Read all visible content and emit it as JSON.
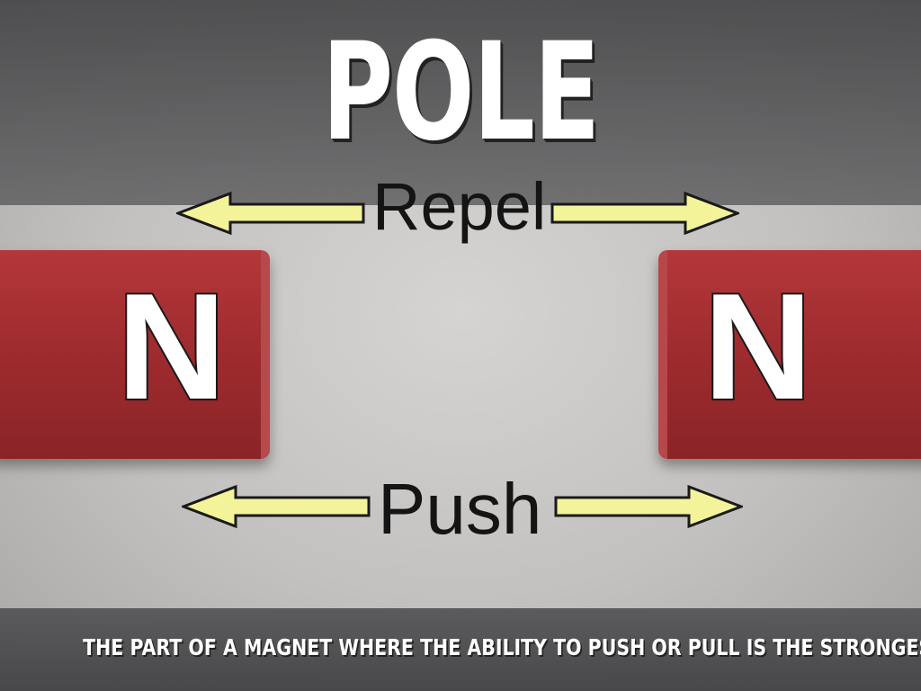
{
  "slide": {
    "title": "POLE",
    "labels": {
      "top": "Repel",
      "bottom": "Push"
    },
    "magnets": {
      "left_letter": "N",
      "right_letter": "N"
    },
    "caption": "THE PART OF A MAGNET WHERE THE ABILITY TO PUSH OR PULL IS THE STRONGEST"
  },
  "colors": {
    "magnet": "#a3302f",
    "arrow_fill": "#f3f39a",
    "arrow_stroke": "#1a1a1a",
    "band": "#5c5c5e",
    "background": "#cfcdcb"
  },
  "icons": [
    "left-arrow-icon",
    "right-arrow-icon"
  ]
}
